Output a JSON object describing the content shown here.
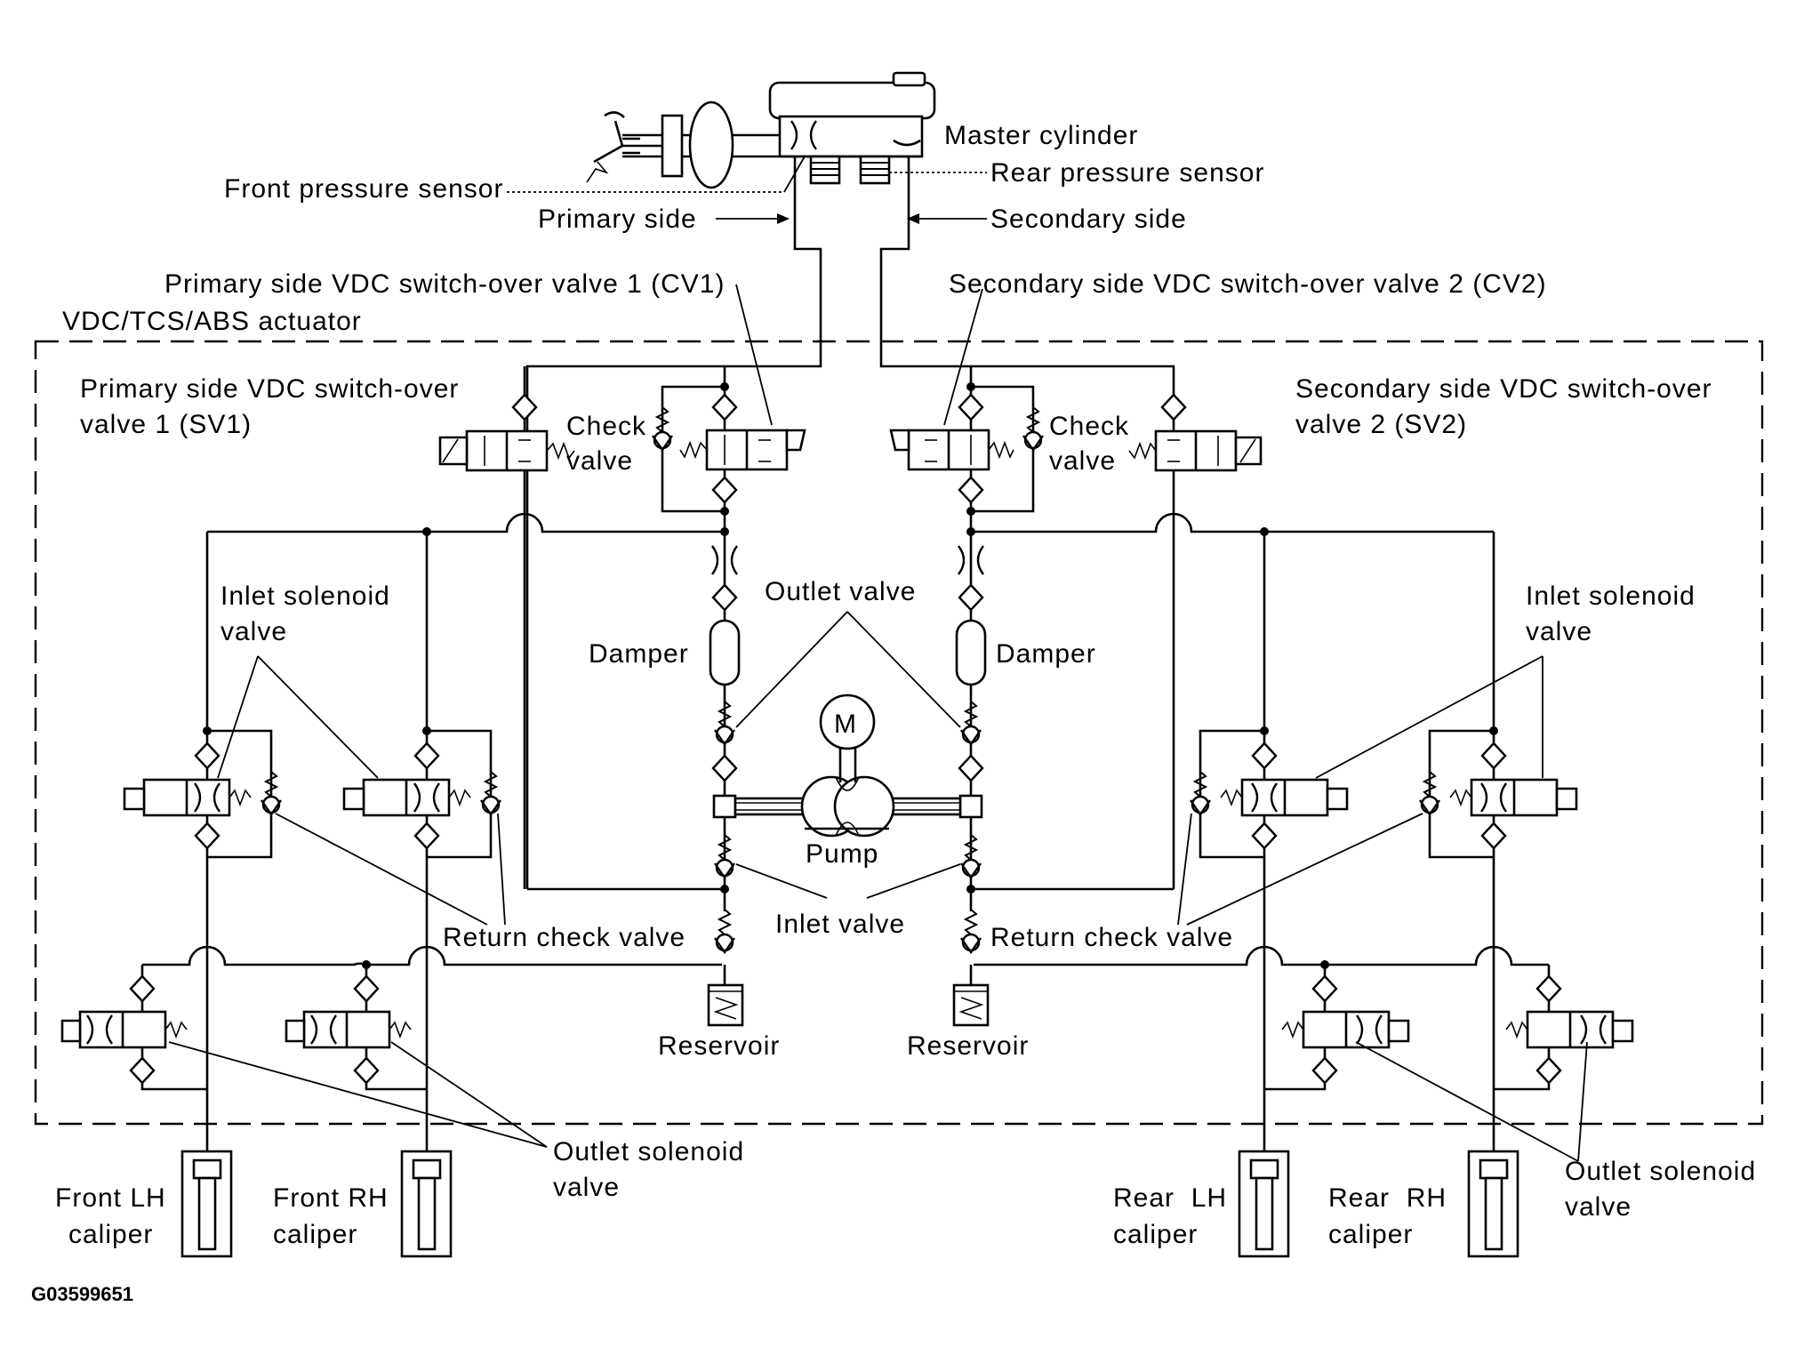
{
  "colors": {
    "ink": "#000000",
    "paper": "#ffffff"
  },
  "labels": {
    "master_cylinder": "Master cylinder",
    "front_pressure_sensor": "Front pressure sensor",
    "rear_pressure_sensor": "Rear pressure sensor",
    "primary_side": "Primary side",
    "secondary_side": "Secondary side",
    "cv1": "Primary side VDC switch-over valve 1 (CV1)",
    "cv2": "Secondary side VDC switch-over valve 2 (CV2)",
    "actuator": "VDC/TCS/ABS actuator",
    "sv1_line1": "Primary side VDC switch-over",
    "sv1_line2": "valve 1 (SV1)",
    "sv2_line1": "Secondary side VDC switch-over",
    "sv2_line2": "valve 2 (SV2)",
    "check_valve_left_1": "Check",
    "check_valve_left_2": "valve",
    "check_valve_right_1": "Check",
    "check_valve_right_2": "valve",
    "inlet_solenoid_left_1": "Inlet solenoid",
    "inlet_solenoid_left_2": "valve",
    "inlet_solenoid_right_1": "Inlet solenoid",
    "inlet_solenoid_right_2": "valve",
    "outlet_valve": "Outlet valve",
    "damper_left": "Damper",
    "damper_right": "Damper",
    "motor": "M",
    "pump": "Pump",
    "return_check_left": "Return check valve",
    "return_check_right": "Return check valve",
    "inlet_valve": "Inlet valve",
    "reservoir_left": "Reservoir",
    "reservoir_right": "Reservoir",
    "outlet_solenoid_left_1": "Outlet solenoid",
    "outlet_solenoid_left_2": "valve",
    "outlet_solenoid_right_1": "Outlet solenoid",
    "outlet_solenoid_right_2": "valve",
    "front_lh_1": "Front LH",
    "front_lh_2": "caliper",
    "front_rh_1": "Front RH",
    "front_rh_2": "caliper",
    "rear_lh_1": "Rear  LH",
    "rear_lh_2": "caliper",
    "rear_rh_1": "Rear  RH",
    "rear_rh_2": "caliper",
    "figure_code": "G03599651"
  }
}
